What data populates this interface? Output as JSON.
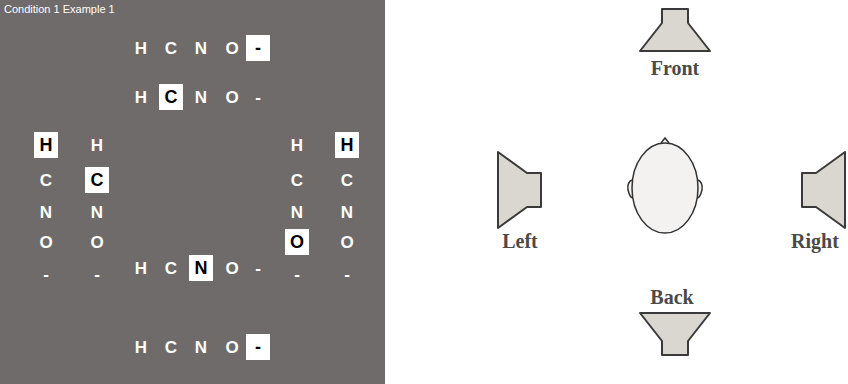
{
  "diagram": {
    "title": "Condition 1 Example 1",
    "nodes": [
      {
        "text": [
          "-"
        ]
      },
      {
        "text": [
          "C"
        ]
      },
      {
        "text": [
          "H"
        ]
      },
      {
        "text": [
          "H"
        ]
      },
      {
        "text": [
          "C"
        ]
      },
      {
        "text": [
          "O"
        ]
      },
      {
        "text": [
          "N"
        ]
      },
      {
        "text": [
          "-"
        ]
      }
    ],
    "labels": [
      "H",
      "C",
      "N",
      "O",
      "H",
      "N",
      "O",
      "-",
      "C",
      "N",
      "O",
      "-",
      "H",
      "N",
      "O",
      "-",
      "H",
      "C",
      "N",
      "-",
      "C",
      "N",
      "O",
      "-",
      "H",
      "C",
      "O",
      "-",
      "H",
      "C",
      "N",
      "O",
      "Front",
      "Left",
      "Right",
      "Back"
    ]
  }
}
